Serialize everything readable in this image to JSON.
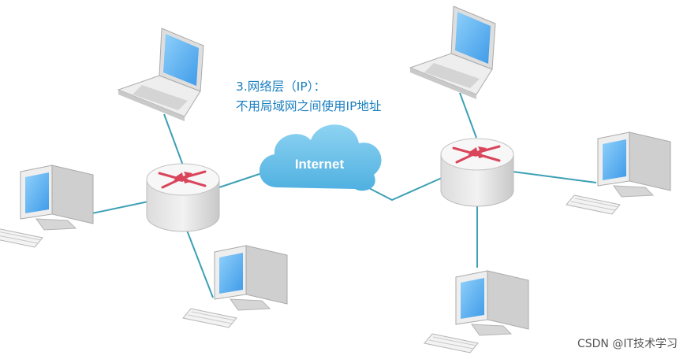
{
  "annotation": {
    "line1": "3.网络层（IP）：",
    "line2": "不用局域网之间使用IP地址"
  },
  "cloud": {
    "label": "Internet"
  },
  "watermark": "CSDN @IT技术学习",
  "colors": {
    "link": "#3da0b4",
    "cloud": "#6bbfe6",
    "router_arrow": "#d9455a",
    "screen": "#5aaef0",
    "text_accent": "#1a7fc0"
  },
  "nodes": {
    "left_router": "router-icon",
    "right_router": "router-icon",
    "devices": [
      "laptop-icon",
      "desktop-icon",
      "desktop-icon",
      "laptop-icon",
      "desktop-icon",
      "desktop-icon"
    ]
  }
}
